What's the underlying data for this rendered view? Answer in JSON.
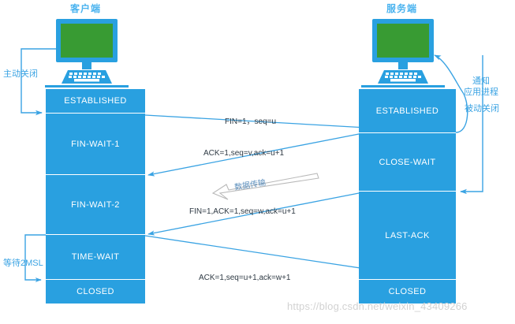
{
  "diagram": {
    "title": "TCP four-way handshake (connection termination)",
    "colors": {
      "block_blue": "#29a0e0",
      "screen_green": "#389b33",
      "arrow_blue": "#3aa3e3",
      "title_blue": "#4ab3ef",
      "data_arrow_gray": "#b9b9b9",
      "watermark_gray": "#d2d2d2"
    }
  },
  "client": {
    "title": "客户端",
    "icon": "desktop-computer-icon",
    "states": [
      {
        "label": "ESTABLISHED"
      },
      {
        "label": "FIN-WAIT-1"
      },
      {
        "label": "FIN-WAIT-2"
      },
      {
        "label": "TIME-WAIT"
      },
      {
        "label": "CLOSED"
      }
    ],
    "annotations": {
      "active_close": "主动关闭",
      "wait_2msl": "等待2MSL"
    }
  },
  "server": {
    "title": "服务端",
    "icon": "desktop-computer-icon",
    "states": [
      {
        "label": "ESTABLISHED"
      },
      {
        "label": "CLOSE-WAIT"
      },
      {
        "label": "LAST-ACK"
      },
      {
        "label": "CLOSED"
      }
    ],
    "annotations": {
      "notify_line1": "通知",
      "notify_line2": "应用进程",
      "passive_close": "被动关闭"
    }
  },
  "messages": [
    {
      "id": "fin-1",
      "text": "FIN=1，seq=u",
      "direction": "client-to-server"
    },
    {
      "id": "ack-1",
      "text": "ACK=1,seq=v,ack=u+1",
      "direction": "server-to-client"
    },
    {
      "id": "fin-ack",
      "text": "FIN=1,ACK=1,seq=w,ack=u+1",
      "direction": "server-to-client"
    },
    {
      "id": "ack-2",
      "text": "ACK=1,seq=u+1,ack=w+1",
      "direction": "client-to-server"
    }
  ],
  "data_transfer": {
    "label": "数据传输",
    "direction": "server-to-client"
  },
  "watermark": {
    "text": "https://blog.csdn.net/weixin_43409266"
  }
}
